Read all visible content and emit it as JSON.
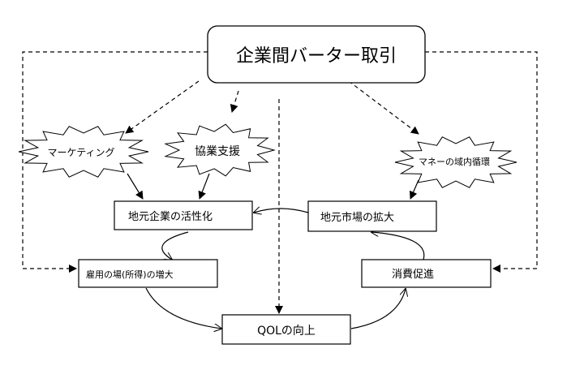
{
  "title": "企業間バーター取引",
  "bursts": {
    "marketing": "マーケティング",
    "collaboration": "協業支援",
    "money": "マネーの域内循環"
  },
  "boxes": {
    "activation": "地元企業の活性化",
    "market": "地元市場の拡大",
    "employment": "雇用の場(所得)の増大",
    "consumption": "消費促進",
    "qol": "QOLの向上"
  },
  "colors": {
    "stroke": "#000000",
    "background": "#ffffff"
  }
}
